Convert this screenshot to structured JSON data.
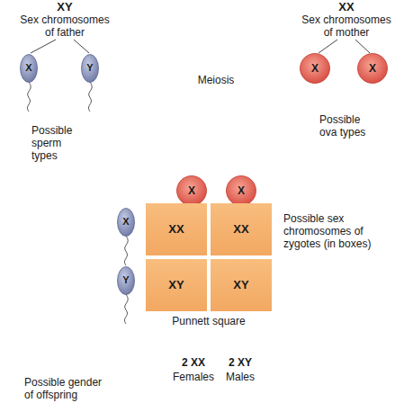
{
  "diagram": {
    "nodes": [
      {
        "text": [
          "X"
        ]
      },
      {
        "text": [
          "Y"
        ]
      },
      {
        "text": [
          "X"
        ]
      },
      {
        "text": [
          "X"
        ]
      },
      {
        "text": [
          "X"
        ]
      },
      {
        "text": [
          "X"
        ]
      },
      {
        "text": [
          "X"
        ]
      },
      {
        "text": [
          "Y"
        ]
      },
      {
        "text": [
          "Punnett square"
        ]
      },
      {
        "text": [
          "XX"
        ],
        "in": 8
      },
      {
        "text": [
          "XX"
        ],
        "in": 8
      },
      {
        "text": [
          "XY"
        ],
        "in": 8
      },
      {
        "text": [
          "XY"
        ],
        "in": 8
      }
    ],
    "labels": [
      "XY",
      "Sex chromosomes of father",
      "Possible sperm types",
      "Meiosis",
      "XX",
      "Sex chromosomes of mother",
      "Possible ova types",
      "Possible sex chromosomes of zygotes (in boxes)",
      "2 XX",
      "Females",
      "2 XY",
      "Males",
      "Possible gender of offspring"
    ]
  }
}
